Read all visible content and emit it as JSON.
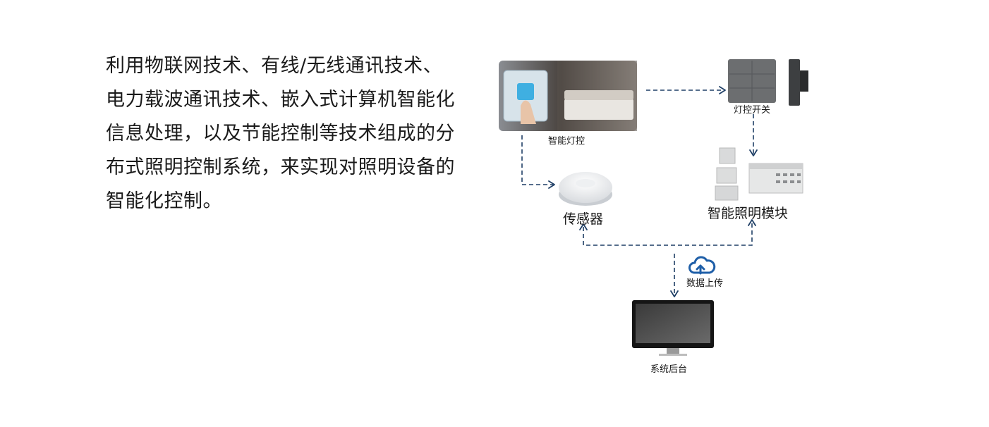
{
  "intro_text": "利用物联网技术、有线/无线通讯技术、电力载波通讯技术、嵌入式计算机智能化信息处理，以及节能控制等技术组成的分布式照明控制系统，来实现对照明设备的智能化控制。",
  "nodes": {
    "smart_light_control": "智能灯控",
    "light_switch": "灯控开关",
    "sensor": "传感器",
    "lighting_module": "智能照明模块",
    "data_upload": "数据上传",
    "backend": "系统后台"
  },
  "colors": {
    "arrow": "#1f3f66",
    "cloud_icon": "#1f5fa8"
  },
  "icons": {
    "upload": "cloud-upload-icon"
  }
}
